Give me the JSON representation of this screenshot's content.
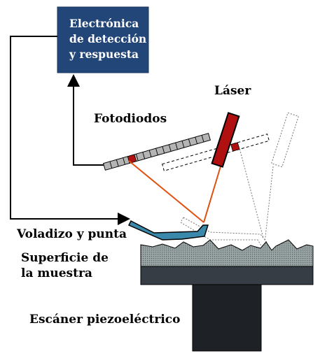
{
  "box": {
    "lines": [
      "Electrónica",
      "de detección",
      "y respuesta"
    ],
    "fill": "#234678"
  },
  "labels": {
    "laser": "Láser",
    "photodiodes": "Fotodiodos",
    "cantilever": "Voladizo y punta",
    "surface_1": "Superficie de",
    "surface_2": "la muestra",
    "scanner": "Escáner piezoeléctrico"
  },
  "colors": {
    "laser_body": "#b01010",
    "laser_beam": "#e05010",
    "cantilever": "#3a88aa",
    "sample_top": "#8f9a9a",
    "sample_base": "#363d45",
    "scanner": "#1e2226",
    "photodiode_cell": "#b4b4b4",
    "photodiode_active": "#b01010"
  }
}
